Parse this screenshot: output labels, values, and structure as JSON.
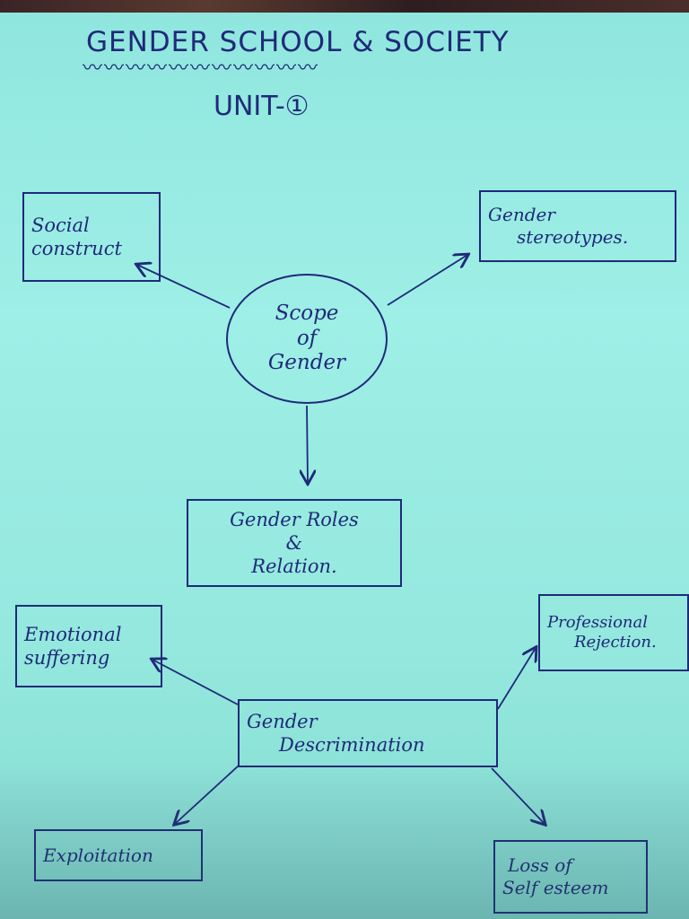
{
  "heading": {
    "title": "GENDER SCHOOL & SOCIETY",
    "underline": "〰〰〰〰〰〰〰〰〰〰〰",
    "unit": "UNIT-①"
  },
  "center": {
    "line1": "Scope",
    "line2": "of",
    "line3": "Gender"
  },
  "nodes": {
    "social_construct": [
      "Social",
      "construct"
    ],
    "gender_stereotypes": [
      "Gender",
      "stereotypes."
    ],
    "gender_roles": [
      "Gender Roles",
      "&",
      "Relation."
    ],
    "discrimination": [
      "Gender",
      "Descrimination"
    ],
    "emotional_suffering": [
      "Emotional",
      "suffering"
    ],
    "professional_rejection": [
      "Professional",
      "Rejection."
    ],
    "exploitation": "Exploitation",
    "loss_self_esteem": [
      "Loss of",
      "Self esteem"
    ]
  },
  "colors": {
    "ink": "#1f2a78",
    "paper": "#9eefe6"
  }
}
